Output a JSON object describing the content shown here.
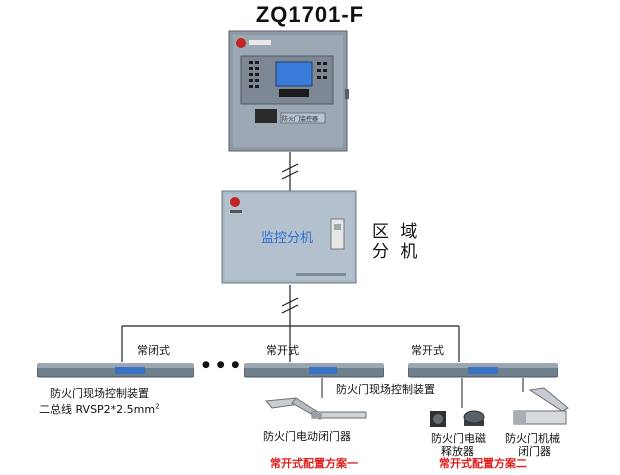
{
  "title": "ZQ1701-F",
  "main_panel": {
    "brand": "",
    "plate": "防火门监控器"
  },
  "sub_panel": {
    "brand": "",
    "screen_text": "监控分机",
    "footer": ""
  },
  "zone_label": {
    "line1": "区 域",
    "line2": "分 机"
  },
  "ellipsis": "● ● ●",
  "devices": {
    "normally_closed": "常闭式",
    "normally_open_1": "常开式",
    "normally_open_2": "常开式"
  },
  "labels": {
    "site_controller_1": "防火门现场控制装置",
    "site_controller_2": "防火门现场控制装置",
    "bus_line_prefix": "二总线 RVSP2*2.5mm",
    "bus_line_sup": "2",
    "electric_closer": "防火门电动闭门器",
    "magnetic_release_1": "防火门电磁",
    "magnetic_release_2": "释放器",
    "mech_closer_1": "防火门机械",
    "mech_closer_2": "闭门器"
  },
  "schemes": {
    "scheme_1": "常开式配置方案一",
    "scheme_2": "常开式配置方案二"
  },
  "colors": {
    "cabinet": "#8f9aa6",
    "panel": "#a9b7c6",
    "lcd": "#3b7bd8",
    "bar": "#6f7f8c",
    "accent_red": "#e02020",
    "line": "#222222"
  }
}
